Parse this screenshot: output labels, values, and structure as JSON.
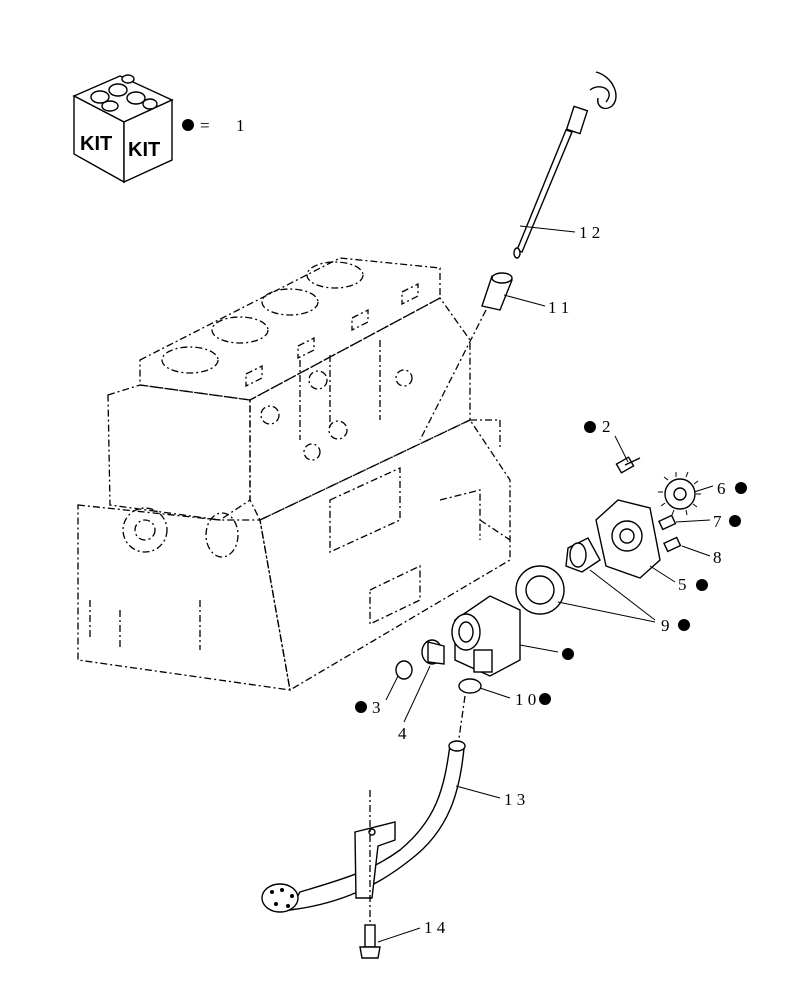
{
  "kit": {
    "label_left": "KIT",
    "label_right": "KIT",
    "legend_equals": "=",
    "legend_value": "1"
  },
  "callouts": [
    {
      "id": "1",
      "text": "1 2",
      "kit": false
    },
    {
      "id": "2",
      "text": "1 1",
      "kit": false
    },
    {
      "id": "3",
      "text": "2",
      "kit": true
    },
    {
      "id": "4",
      "text": "6",
      "kit": true
    },
    {
      "id": "5",
      "text": "7",
      "kit": true
    },
    {
      "id": "6",
      "text": "8",
      "kit": false
    },
    {
      "id": "7",
      "text": "5",
      "kit": true
    },
    {
      "id": "8",
      "text": "9",
      "kit": true
    },
    {
      "id": "9",
      "text": "",
      "kit": true
    },
    {
      "id": "10",
      "text": "1 0",
      "kit": true
    },
    {
      "id": "11",
      "text": "3",
      "kit": true
    },
    {
      "id": "12",
      "text": "4",
      "kit": false
    },
    {
      "id": "13",
      "text": "1 3",
      "kit": false
    },
    {
      "id": "14",
      "text": "1 4",
      "kit": false
    }
  ]
}
